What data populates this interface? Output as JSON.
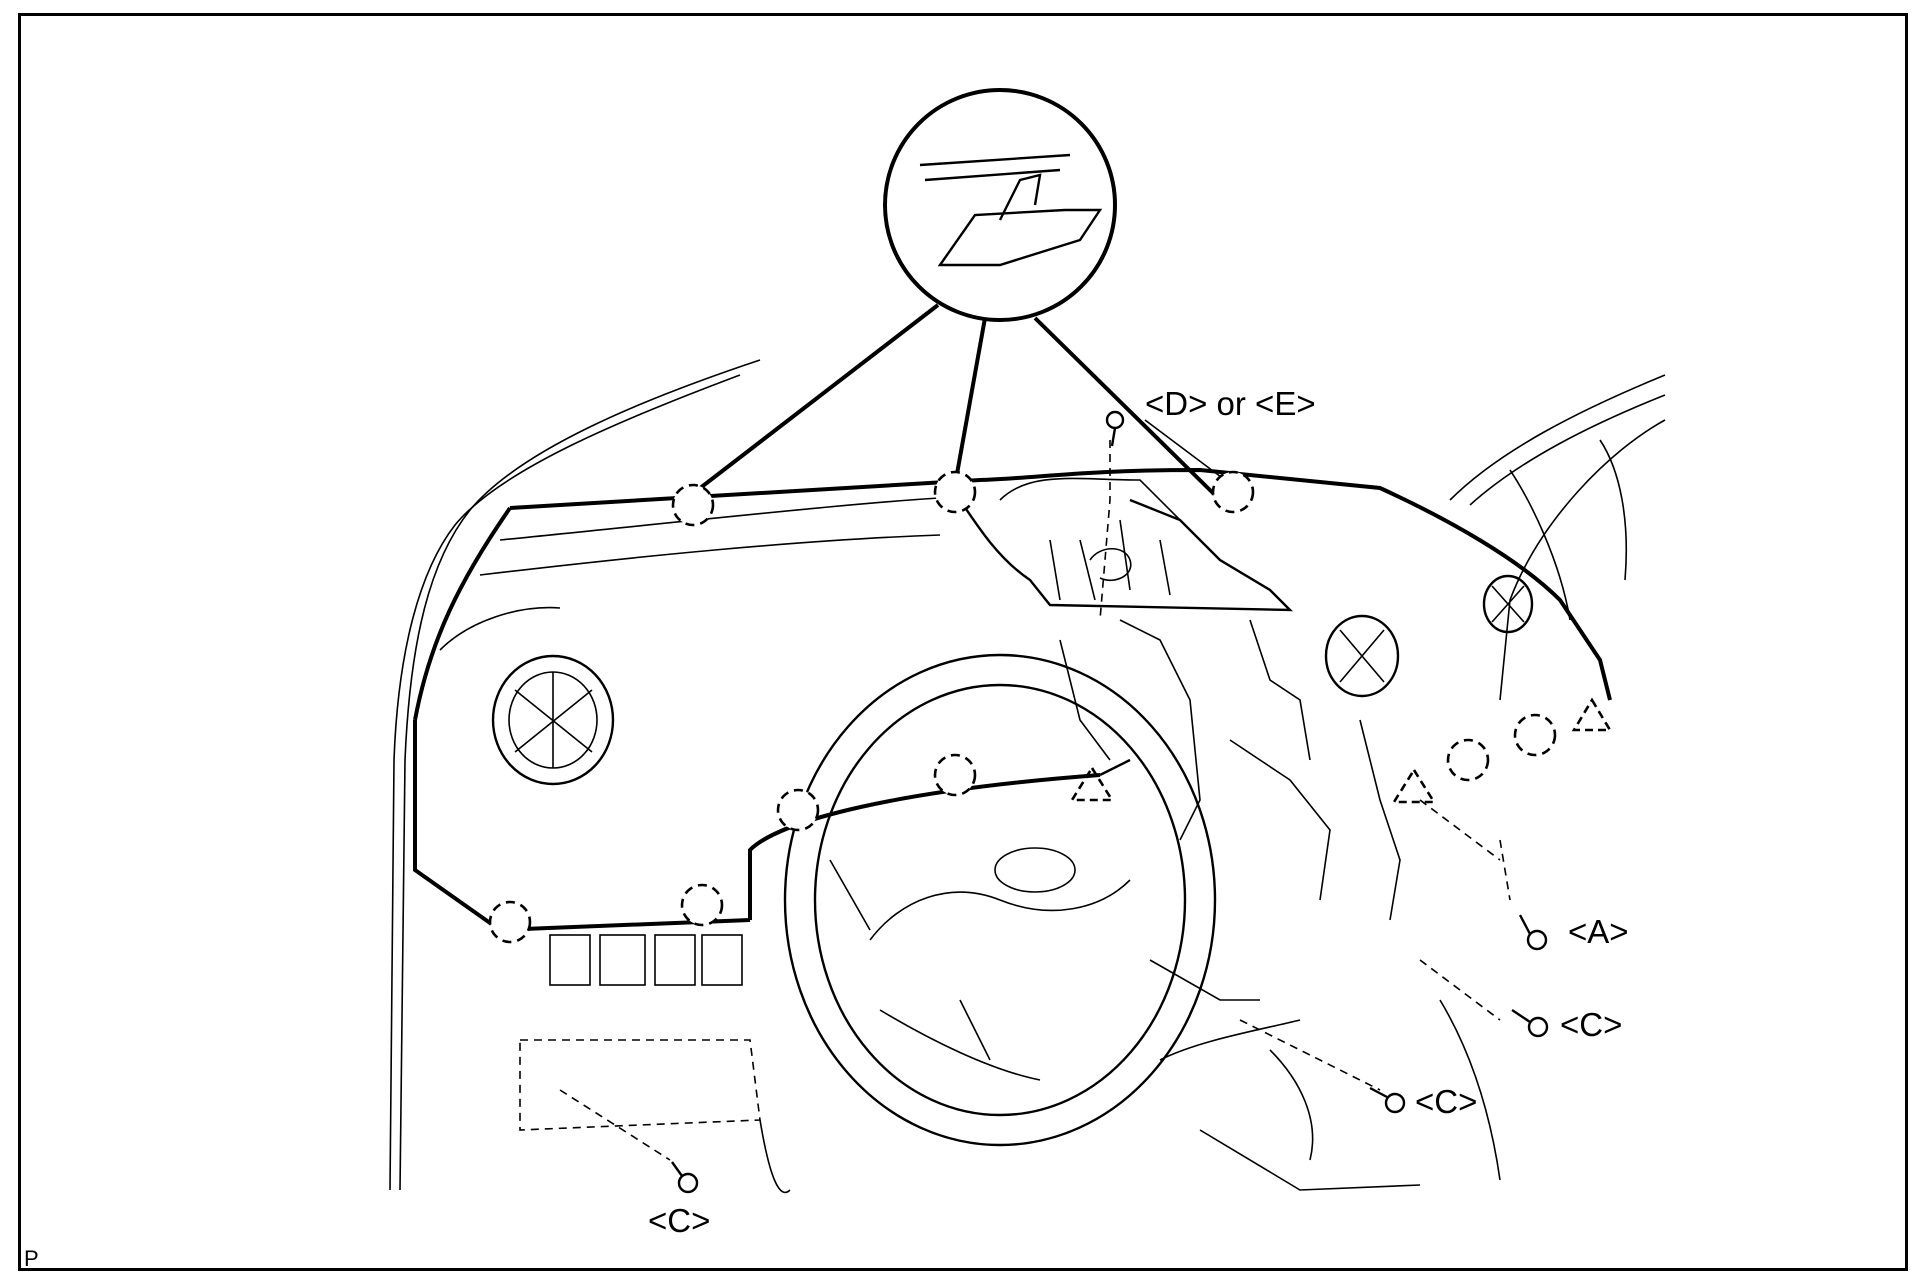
{
  "callout_labels": {
    "d_or_e": "<D> or <E>",
    "a": "<A>",
    "c_right_upper": "<C>",
    "c_right_lower": "<C>",
    "c_bottom": "<C>"
  },
  "corner_mark": "P"
}
